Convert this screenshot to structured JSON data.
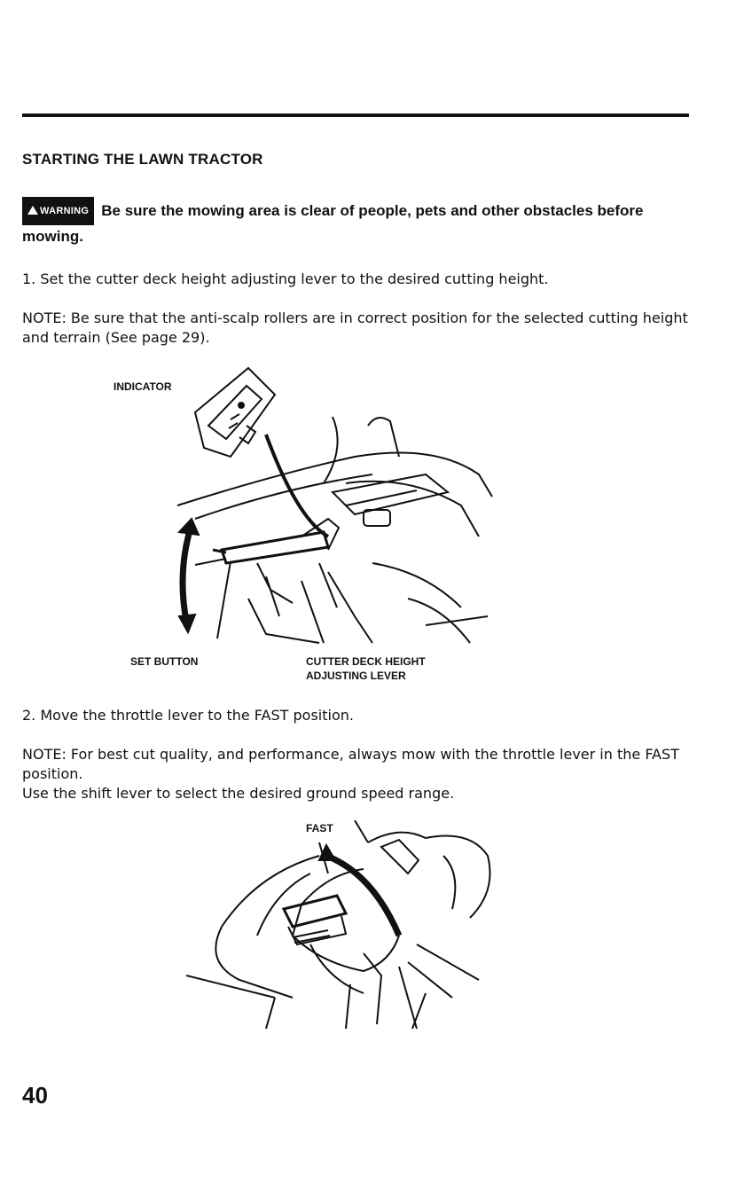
{
  "heading": "STARTING THE LAWN TRACTOR",
  "warning": {
    "badge": "WARNING",
    "text": "Be sure the mowing area is clear of people, pets and other obstacles before mowing."
  },
  "steps": {
    "step1": "1. Set the cutter deck height adjusting lever to the desired cutting height.",
    "note1": "NOTE: Be sure that the anti-scalp rollers are in correct position for the selected cutting height and terrain (See page 29).",
    "step2": "2. Move the throttle lever to the FAST position.",
    "note2": "NOTE: For best cut quality, and performance, always mow with the throttle lever in the FAST position.",
    "shift": "Use the shift lever to select the desired ground speed range."
  },
  "figure1": {
    "indicator": "INDICATOR",
    "set_button": "SET BUTTON",
    "lever_line1": "CUTTER DECK HEIGHT",
    "lever_line2": "ADJUSTING LEVER"
  },
  "figure2": {
    "fast": "FAST"
  },
  "page_number": "40"
}
